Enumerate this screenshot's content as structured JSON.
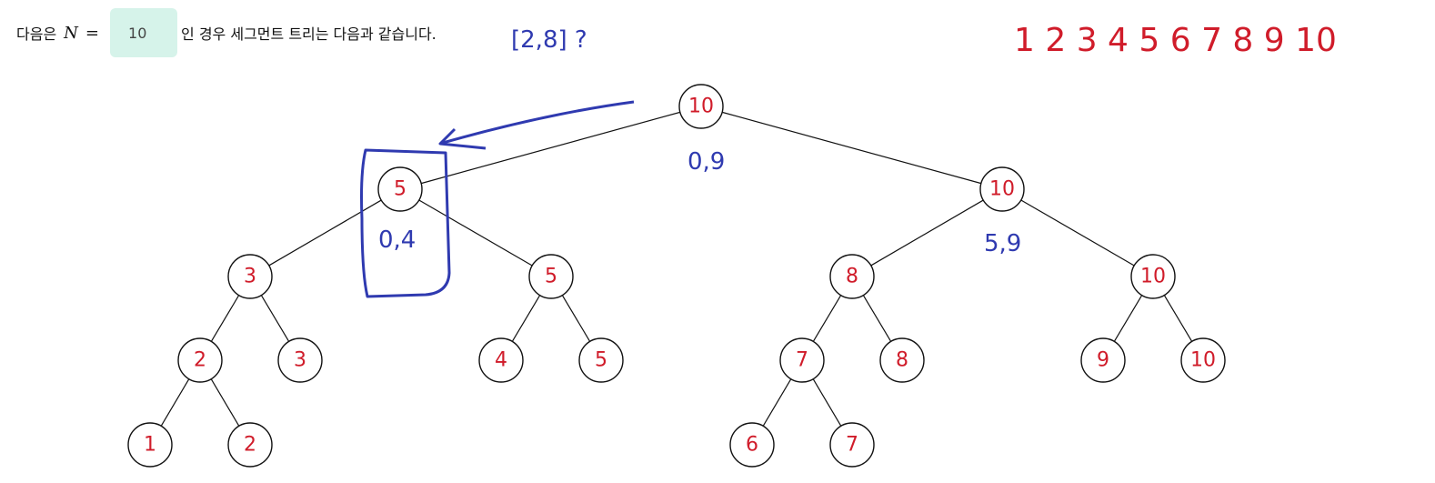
{
  "prompt": {
    "before": "다음은",
    "variable": "N",
    "equals": "=",
    "n_value": "10",
    "after": "인 경우 세그먼트 트리는 다음과 같습니다."
  },
  "tree": {
    "nodes": [
      {
        "id": "n0",
        "label": "10"
      },
      {
        "id": "n1",
        "label": "5"
      },
      {
        "id": "n2",
        "label": "10"
      },
      {
        "id": "n3",
        "label": "3"
      },
      {
        "id": "n4",
        "label": "5"
      },
      {
        "id": "n5",
        "label": "8"
      },
      {
        "id": "n6",
        "label": "10"
      },
      {
        "id": "n7",
        "label": "2"
      },
      {
        "id": "n8",
        "label": "3"
      },
      {
        "id": "n9",
        "label": "4"
      },
      {
        "id": "n10",
        "label": "5"
      },
      {
        "id": "n11",
        "label": "7"
      },
      {
        "id": "n12",
        "label": "8"
      },
      {
        "id": "n13",
        "label": "9"
      },
      {
        "id": "n14",
        "label": "10"
      },
      {
        "id": "n15",
        "label": "1"
      },
      {
        "id": "n16",
        "label": "2"
      },
      {
        "id": "n17",
        "label": "6"
      },
      {
        "id": "n18",
        "label": "7"
      }
    ],
    "edges": [
      [
        "n0",
        "n1"
      ],
      [
        "n0",
        "n2"
      ],
      [
        "n1",
        "n3"
      ],
      [
        "n1",
        "n4"
      ],
      [
        "n2",
        "n5"
      ],
      [
        "n2",
        "n6"
      ],
      [
        "n3",
        "n7"
      ],
      [
        "n3",
        "n8"
      ],
      [
        "n4",
        "n9"
      ],
      [
        "n4",
        "n10"
      ],
      [
        "n5",
        "n11"
      ],
      [
        "n5",
        "n12"
      ],
      [
        "n6",
        "n13"
      ],
      [
        "n6",
        "n14"
      ],
      [
        "n7",
        "n15"
      ],
      [
        "n7",
        "n16"
      ],
      [
        "n11",
        "n17"
      ],
      [
        "n11",
        "n18"
      ]
    ]
  },
  "annotations": {
    "query": "[2,8] ?",
    "root_range": "0,9",
    "left_range": "0,4",
    "right_range": "5,9",
    "sequence": "1 2 3 4 5 6 7 8 9 10"
  },
  "colors": {
    "node_text": "#d01c2a",
    "ink_blue": "#2f3ab0",
    "input_bg": "#d6f3ea"
  }
}
